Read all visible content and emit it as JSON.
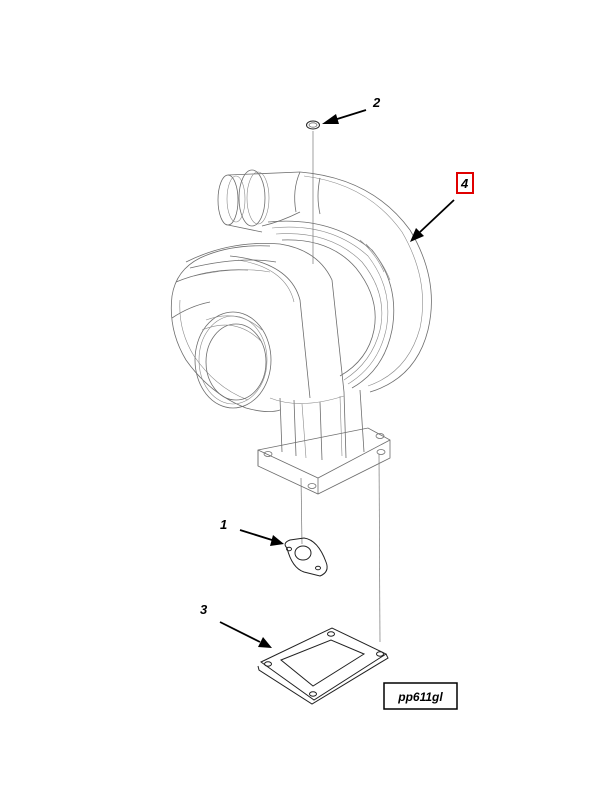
{
  "callouts": {
    "c1": "1",
    "c2": "2",
    "c3": "3",
    "c4": "4"
  },
  "highlighted_callout": "4",
  "reference_code": "pp611gl",
  "colors": {
    "highlight": "#e00000",
    "line": "#6e6e6e"
  }
}
